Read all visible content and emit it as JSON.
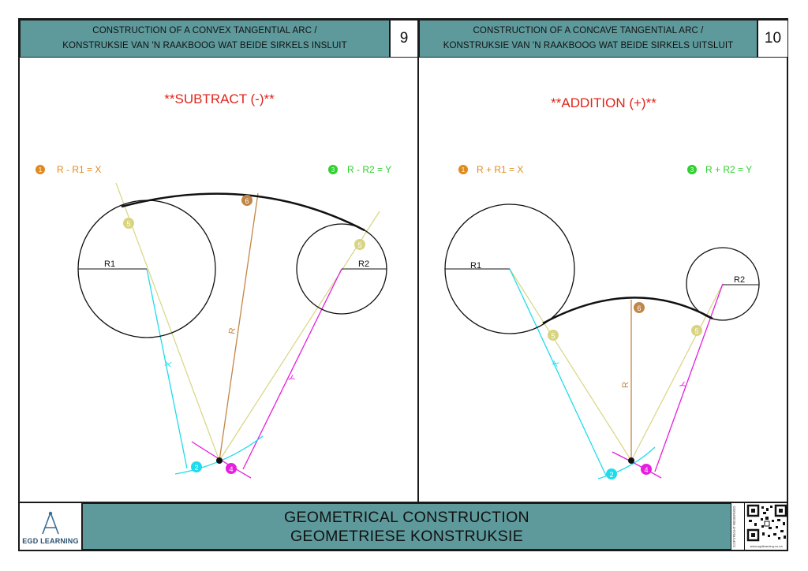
{
  "panels": [
    {
      "header_line1": "CONSTRUCTION OF A CONVEX TANGENTIAL ARC /",
      "header_line2": "KONSTRUKSIE VAN 'N RAAKBOOG WAT BEIDE SIRKELS INSLUIT",
      "number": "9",
      "operation": "**SUBTRACT (-)**",
      "step1_num": "1",
      "step1_formula": "R - R1 = X",
      "step3_num": "3",
      "step3_formula": "R - R2 = Y",
      "label_r1": "R1",
      "label_r2": "R2",
      "label_r": "R",
      "label_x": "X",
      "label_y": "Y",
      "marker_2": "2",
      "marker_4": "4",
      "marker_5": "5",
      "marker_6": "6"
    },
    {
      "header_line1": "CONSTRUCTION OF A CONCAVE TANGENTIAL ARC /",
      "header_line2": "KONSTRUKSIE VAN 'N RAAKBOOG WAT BEIDE SIRKELS UITSLUIT",
      "number": "10",
      "operation": "**ADDITION (+)**",
      "step1_num": "1",
      "step1_formula": "R + R1 = X",
      "step3_num": "3",
      "step3_formula": "R + R2 = Y",
      "label_r1": "R1",
      "label_r2": "R2",
      "label_r": "R",
      "label_x": "X",
      "label_y": "Y",
      "marker_2": "2",
      "marker_4": "4",
      "marker_5": "5",
      "marker_6": "6"
    }
  ],
  "footer": {
    "title_line1": "GEOMETRICAL CONSTRUCTION",
    "title_line2": "GEOMETRIESE KONSTRUKSIE",
    "logo_text": "EGD LEARNING",
    "copyright_text": "COPYRIGHT RESERVED",
    "website": "www.egdlearning.co.za"
  },
  "colors": {
    "header_teal": "#5e9a9c",
    "operation_red": "#e0241b",
    "step1_orange": "#e08a1e",
    "step3_green": "#2ed12e",
    "cyan": "#1fdcec",
    "magenta": "#e51ee0",
    "olive": "#d8d582",
    "brown": "#c28646"
  }
}
